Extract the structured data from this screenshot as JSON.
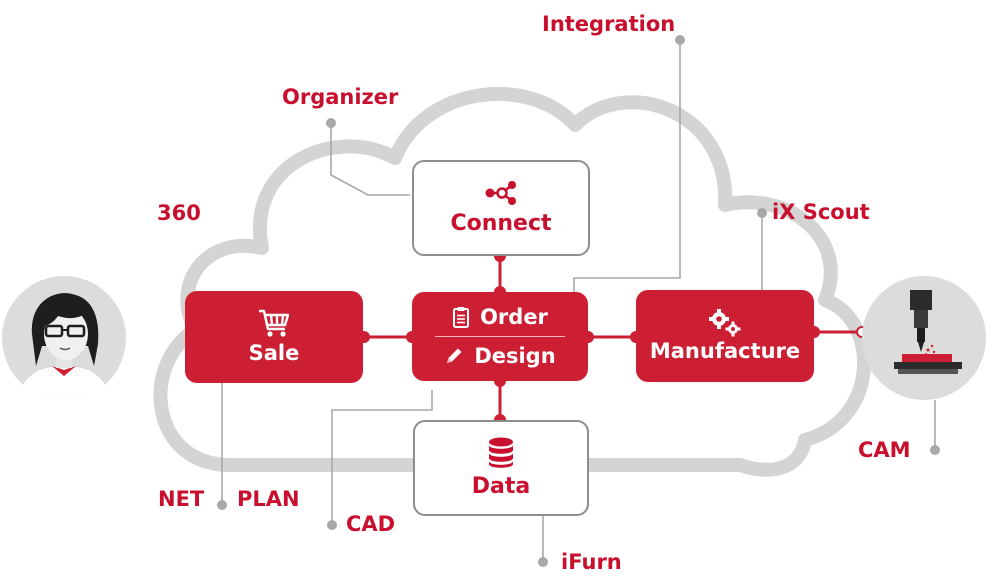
{
  "labels": {
    "integration": "Integration",
    "organizer": "Organizer",
    "three60": "360",
    "ix_scout": "iX Scout",
    "net": "NET",
    "plan": "PLAN",
    "cad": "CAD",
    "ifurn": "iFurn",
    "cam": "CAM"
  },
  "boxes": {
    "connect": "Connect",
    "sale": "Sale",
    "order": "Order",
    "design": "Design",
    "manufacture": "Manufacture",
    "data": "Data"
  },
  "colors": {
    "brand_red": "#cc1f33",
    "label_red": "#c8102e",
    "cloud_gray": "#d4d4d4",
    "line_gray": "#a8a8a8",
    "avatar_bg": "#dcdcdc"
  },
  "icons": {
    "connect": "share-nodes-icon",
    "sale": "shopping-cart-icon",
    "order": "clipboard-icon",
    "design": "pencil-icon",
    "manufacture": "gears-icon",
    "data": "database-icon",
    "user": "user-avatar-icon",
    "machine": "cnc-machine-icon"
  }
}
